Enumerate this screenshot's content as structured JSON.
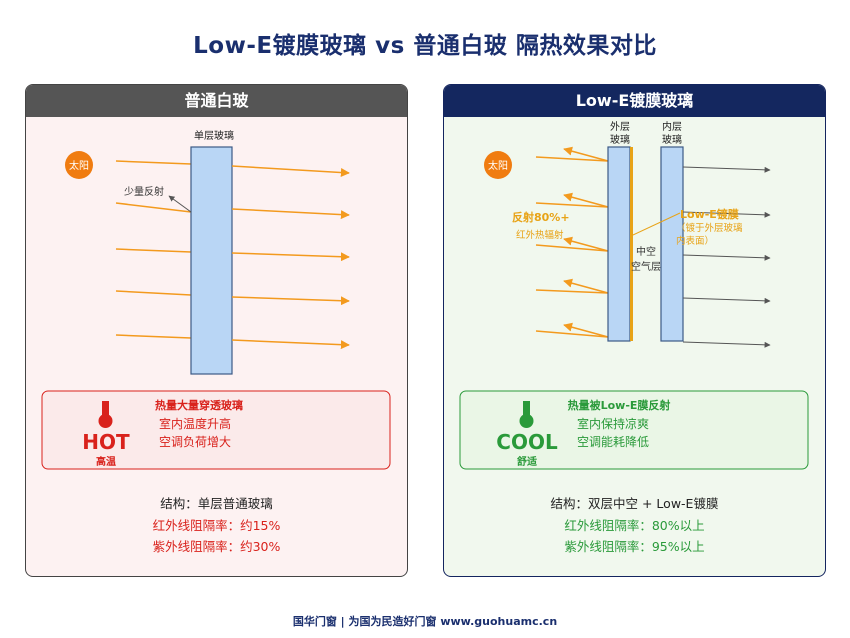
{
  "title": "Low-E镀膜玻璃 vs 普通白玻 隔热效果对比",
  "left": {
    "header": "普通白玻",
    "glass_label": "单层玻璃",
    "sun_label": "太阳",
    "reflect_label": "少量反射",
    "result_headline": "热量大量穿透玻璃",
    "result_line1": "室内温度升高",
    "result_line2": "空调负荷增大",
    "thermo_big": "HOT",
    "thermo_small": "高温",
    "structure": "结构：单层普通玻璃",
    "ir": "红外线阻隔率：约15%",
    "uv": "紫外线阻隔率：约30%",
    "accent": "#d9221c"
  },
  "right": {
    "header": "Low-E镀膜玻璃",
    "outer_label_1": "外层",
    "outer_label_2": "玻璃",
    "inner_label_1": "内层",
    "inner_label_2": "玻璃",
    "sun_label": "太阳",
    "reflect_big": "反射80%+",
    "reflect_small": "红外热辐射",
    "gap_label_1": "中空",
    "gap_label_2": "空气层",
    "coat_label": "Low-E镀膜",
    "coat_note_1": "（镀于外层玻璃",
    "coat_note_2": "内表面）",
    "result_headline": "热量被Low-E膜反射",
    "result_line1": "室内保持凉爽",
    "result_line2": "空调能耗降低",
    "thermo_big": "COOL",
    "thermo_small": "舒适",
    "structure": "结构：双层中空 + Low-E镀膜",
    "ir": "红外线阻隔率：80%以上",
    "uv": "紫外线阻隔率：95%以上",
    "accent": "#2a9a3a"
  },
  "colors": {
    "ray": "#f39a1e",
    "sun": "#f07c10",
    "glass": "#b9d6f5",
    "coat": "#e8a317",
    "navy": "#14275f"
  },
  "footer": "国华门窗 | 为国为民造好门窗  www.guohuamc.cn"
}
